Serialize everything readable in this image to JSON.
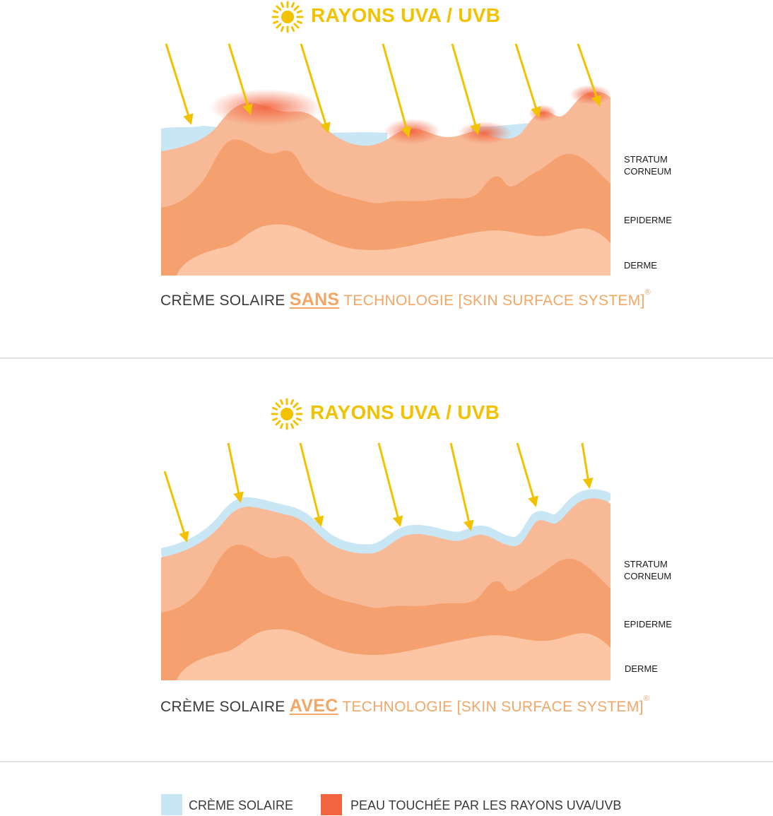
{
  "colors": {
    "sun": "#f2c200",
    "arrow": "#f2c200",
    "cream": "#c9e6f5",
    "stratum_corneum": "#f7b996",
    "epiderme": "#f4a06f",
    "derme": "#fcc5a3",
    "damage": "#f26540",
    "caption_accent": "#f2a766"
  },
  "panels": [
    {
      "title": "RAYONS UVA / UVB",
      "icon": "sun-icon",
      "layer_labels": [
        "STRATUM\nCORNEUM",
        "EPIDERME",
        "DERME"
      ],
      "caption": {
        "prefix": "CRÈME SOLAIRE ",
        "emphasis": "SANS",
        "suffix": " TECHNOLOGIE [SKIN SURFACE SYSTEM]",
        "mark": "®"
      }
    },
    {
      "title": "RAYONS UVA / UVB",
      "icon": "sun-icon",
      "layer_labels": [
        "STRATUM\nCORNEUM",
        "EPIDERME",
        "DERME"
      ],
      "caption": {
        "prefix": "CRÈME SOLAIRE ",
        "emphasis": "AVEC",
        "suffix": " TECHNOLOGIE [SKIN SURFACE SYSTEM]",
        "mark": "®"
      }
    }
  ],
  "legend": [
    {
      "label": "CRÈME SOLAIRE",
      "color": "#c9e6f5"
    },
    {
      "label": "PEAU TOUCHÉE PAR LES RAYONS UVA/UVB",
      "color": "#f26540"
    }
  ]
}
